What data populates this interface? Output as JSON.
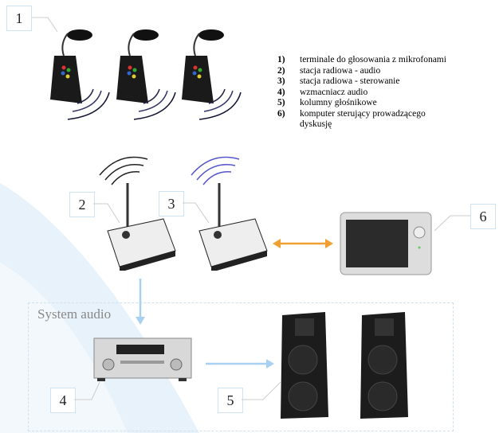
{
  "labels": [
    "1",
    "2",
    "3",
    "4",
    "5",
    "6"
  ],
  "legend": [
    {
      "key": "1)",
      "text": "terminale do głosowania z mikrofonami"
    },
    {
      "key": "2)",
      "text": "stacja radiowa - audio"
    },
    {
      "key": "3)",
      "text": "stacja radiowa - sterowanie"
    },
    {
      "key": "4)",
      "text": "wzmacniacz audio"
    },
    {
      "key": "5)",
      "text": "kolumny głośnikowe"
    },
    {
      "key": "6)",
      "text": "komputer sterujący prowadzącego dyskusję"
    }
  ],
  "system_audio_label": "System audio",
  "colors": {
    "orange_arrow": "#f0a030",
    "blue_arrow": "#a8d0f0",
    "background_curve": "#e6f1fa"
  }
}
